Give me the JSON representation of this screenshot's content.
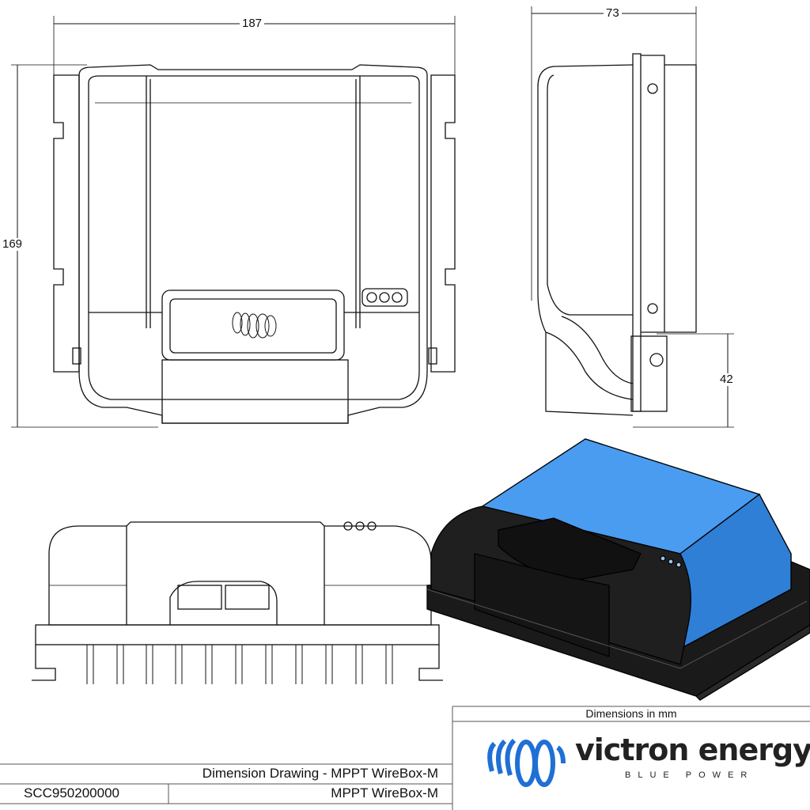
{
  "drawing": {
    "dimensions": {
      "front_width": "187",
      "front_height": "169",
      "side_depth": "73",
      "side_lower_height": "42"
    },
    "title_block": {
      "units_note": "Dimensions in mm",
      "title": "Dimension Drawing - MPPT WireBox-M",
      "part_number": "SCC950200000",
      "product_name": "MPPT WireBox-M"
    },
    "logo": {
      "brand": "victron energy",
      "tagline": "BLUE POWER",
      "brand_color": "#1f6fd6"
    },
    "colors": {
      "render_top": "#3a8ee6",
      "render_body": "#1c1c1c",
      "line": "#111111"
    }
  }
}
